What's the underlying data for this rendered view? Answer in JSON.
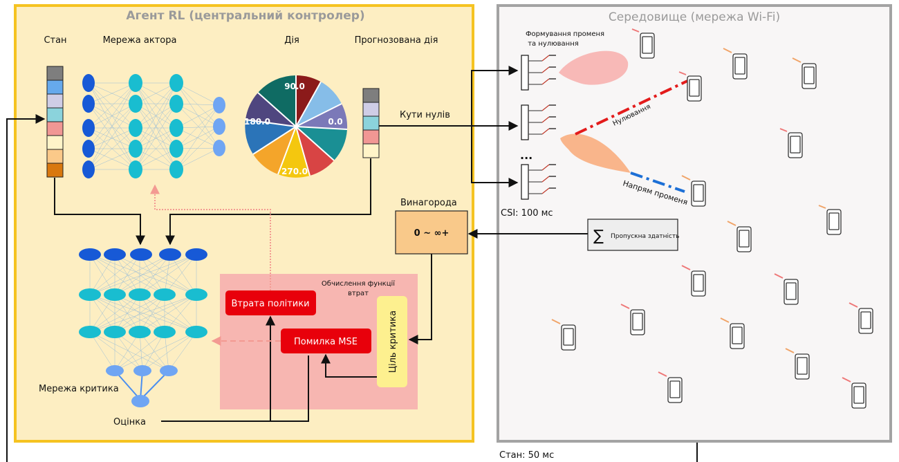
{
  "agent": {
    "title": "Агент RL (центральний контролер)",
    "state_label": "Стан",
    "actor_label": "Мережа актора",
    "action_label": "Дія",
    "predicted_label": "Прогнозована дія",
    "null_angles_label": "Кути нулів",
    "critic_label": "Мережа критика",
    "estimate_label": "Оцінка",
    "reward_label": "Винагорода",
    "reward_range": "0 ~  ∞+",
    "loss_box_title_1": "Обчислення функції",
    "loss_box_title_2": "втрат",
    "policy_loss": "Втрата політики",
    "mse_error": "Помилка MSE",
    "critic_target": "Ціль критика"
  },
  "pie": {
    "labels": [
      "90.0",
      "0.0",
      "270.0",
      "180.0"
    ]
  },
  "environment": {
    "title": "Середовище (мережа Wi-Fi)",
    "beamforming_1": "Формування променя",
    "beamforming_2": "та нулювання",
    "nulling": "Нулювання",
    "beam_direction": "Напрям променя",
    "csi": "CSI: 100 мс",
    "throughput": "Пропускна здатність",
    "state_period": "Стан: 50 мс",
    "sum_symbol": "∑",
    "dots": "..."
  },
  "colors": {
    "agent_bg": "#fdeec2",
    "agent_border": "#f5c321",
    "env_bg": "#f8f6f6",
    "env_border": "#a3a3a3",
    "loss_bg": "#f7b6b1",
    "red_box": "#e8000b",
    "target_box": "#fdf08f",
    "reward_box": "#f9c98a",
    "node_dark": "#1759d6",
    "node_teal": "#19bdd0",
    "node_light": "#6fa5f3",
    "phone_router_left": "#f3b59a",
    "phone_router_right": "#e58ad0"
  }
}
